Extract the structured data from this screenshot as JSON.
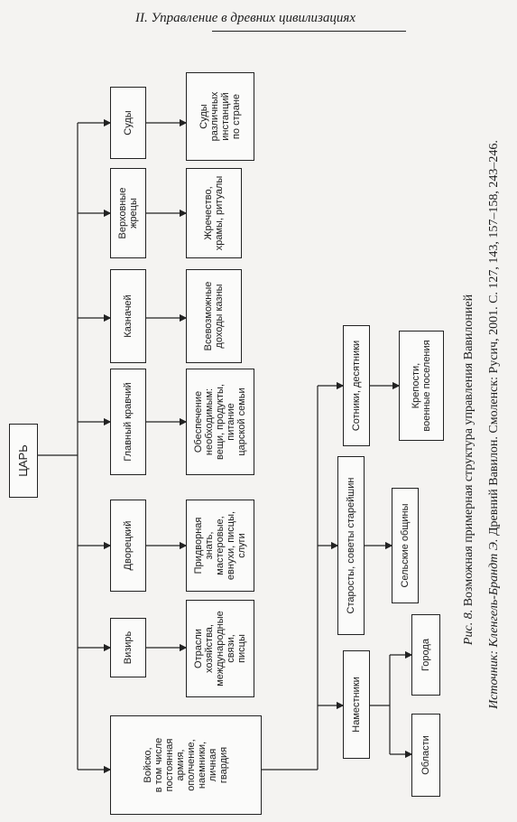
{
  "header": "II. Управление в древних цивилизациях",
  "boxes": {
    "tsar": "ЦАРЬ",
    "army": "Войско,\nв том числе\nпостоянная\nармия,\nополчение,\nнаемники,\nличная\nгвардия",
    "vizier": "Визирь",
    "vizier_sub": "Отрасли\nхозяйства,\nмеждународные\nсвязи,\nписцы",
    "palace": "Дворецкий",
    "palace_sub": "Придворная\nзнать,\nмастеровые,\nевнухи, писцы,\nслуги",
    "steward": "Главный кравчий",
    "steward_sub": "Обеспечение\nнеобходимым:\nвещи, продукты,\nпитание\nцарской семьи",
    "treasurer": "Казначей",
    "treasurer_sub": "Всевозможные\nдоходы казны",
    "priests": "Верховные\nжрецы",
    "priests_sub": "Жречество,\nхрамы, ритуалы",
    "courts": "Суды",
    "courts_sub": "Суды\nразличных\nинстанций\nпо стране",
    "governors": "Наместники",
    "regions": "Области",
    "cities": "Города",
    "elders": "Старосты, советы старейшин",
    "communities": "Сельские общины",
    "centurions": "Сотники, десятники",
    "forts": "Крепости,\nвоенные поселения"
  },
  "caption": {
    "fig_label": "Рис. 8.",
    "fig_title": " Возможная примерная структура управления Вавилонией",
    "src_label": "Источник:",
    "src_author": " Кленгель-Брандт Э.",
    "src_rest": " Древний Вавилон. Смоленск: Русич, 2001. С. 127, 143, 157–158, 243–246."
  }
}
